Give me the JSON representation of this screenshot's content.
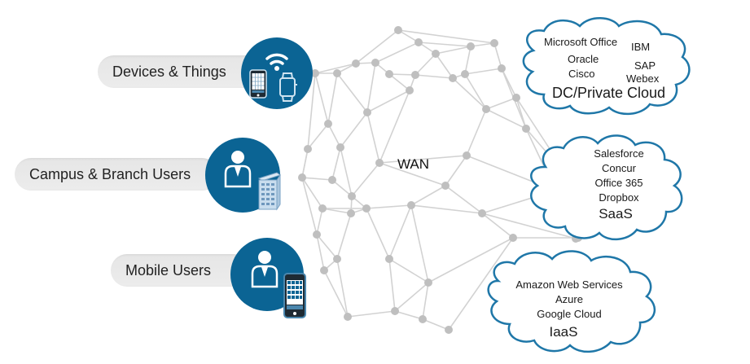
{
  "colors": {
    "accent_blue": "#0b6494",
    "cloud_stroke": "#1f77a8",
    "mesh_line": "#d2d2d2",
    "mesh_node": "#bfbfbf",
    "pill_bg": "#e8e8e8"
  },
  "wan_label": "WAN",
  "endpoints": [
    {
      "label": "Devices & Things",
      "icon": "wifi-phone-watch-icon"
    },
    {
      "label": "Campus & Branch Users",
      "icon": "user-building-icon"
    },
    {
      "label": "Mobile Users",
      "icon": "user-phone-icon"
    }
  ],
  "clouds": [
    {
      "title": "DC/Private Cloud",
      "apps": [
        "Microsoft Office",
        "IBM",
        "Oracle",
        "Cisco",
        "SAP",
        "Webex"
      ]
    },
    {
      "title": "SaaS",
      "apps": [
        "Salesforce",
        "Concur",
        "Office 365",
        "Dropbox"
      ]
    },
    {
      "title": "IaaS",
      "apps": [
        "Amazon Web Services",
        "Azure",
        "Google Cloud"
      ]
    }
  ]
}
